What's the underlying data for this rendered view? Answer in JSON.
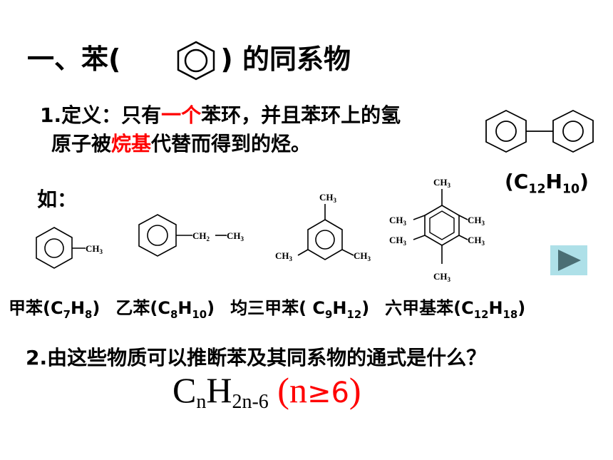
{
  "title": {
    "prefix": "一、苯(",
    "suffix": ") 的同系物"
  },
  "definition": {
    "num": "1.",
    "line1_a": "定义：只有",
    "line1_red": "一个",
    "line1_b": "苯环，并且苯环上的氢",
    "line2_a": "原子被",
    "line2_red": "烷基",
    "line2_b": "代替而得到的烃。"
  },
  "biphenyl": {
    "formula_open": "(C",
    "formula_c": "12",
    "formula_h": "H",
    "formula_hn": "10",
    "formula_close": ")"
  },
  "example_label": "如：",
  "structures": {
    "ch3": "CH",
    "sub3": "3",
    "ch2": "CH",
    "sub2": "2"
  },
  "compounds": [
    {
      "name": "甲苯(C",
      "c": "7",
      "h": "H",
      "hn": "8",
      "close": ")"
    },
    {
      "name": "乙苯(C",
      "c": "8",
      "h": "H",
      "hn": "10",
      "close": ")"
    },
    {
      "name": "均三甲苯( C",
      "c": "9",
      "h": "H",
      "hn": "12",
      "close": ")"
    },
    {
      "name": "六甲基苯(C",
      "c": "12",
      "h": "H",
      "hn": "18",
      "close": ")"
    }
  ],
  "question": "2.由这些物质可以推断苯及其同系物的通式是什么？",
  "general_formula": {
    "c": "C",
    "n": "n",
    "h": "H",
    "hsub": "2n-6",
    "cond_open": " (n",
    "cond_ge": "≥6",
    "cond_close": ")"
  },
  "colors": {
    "highlight": "#ff0000",
    "button_bg": "#aee0e8",
    "button_icon": "#4a6e74"
  },
  "icons": {
    "next": "play-icon"
  }
}
